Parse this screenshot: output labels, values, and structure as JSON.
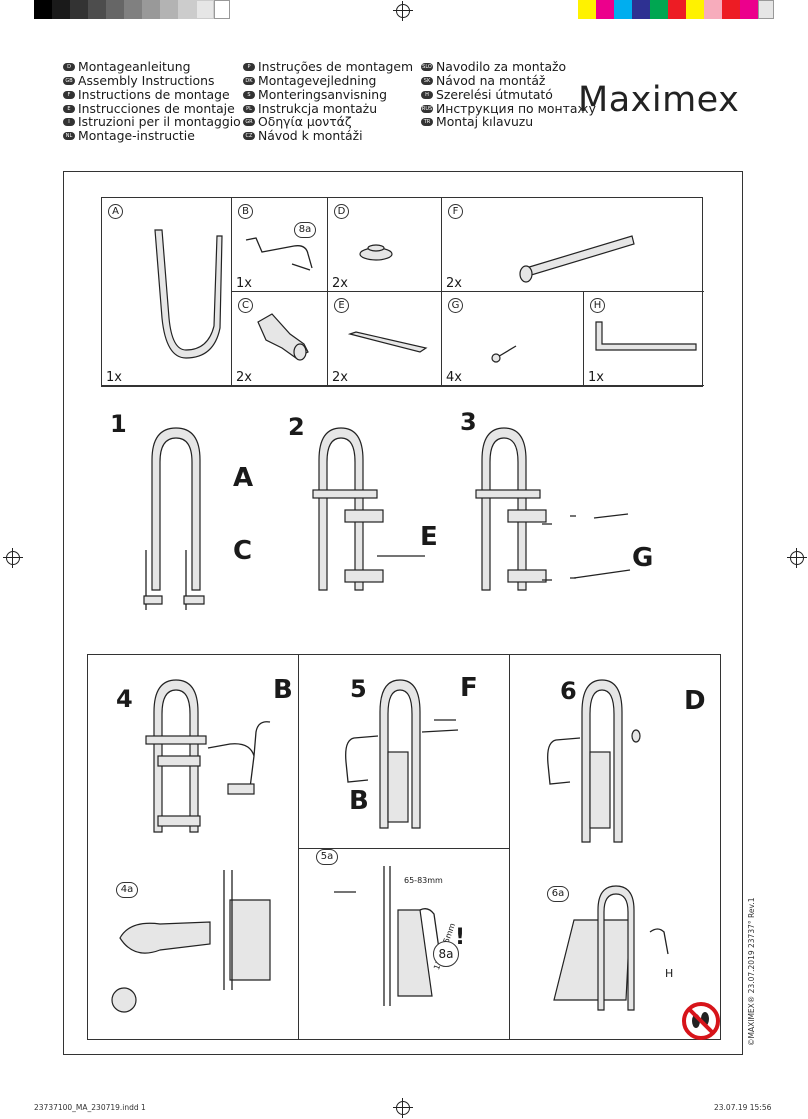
{
  "color_bar": {
    "grays": [
      "#000000",
      "#1a1a1a",
      "#333333",
      "#4d4d4d",
      "#666666",
      "#808080",
      "#999999",
      "#b3b3b3",
      "#cccccc",
      "#e6e6e6",
      "#ffffff"
    ],
    "colors": [
      "#fff200",
      "#ec008c",
      "#00aeef",
      "#2e3192",
      "#00a651",
      "#ed1c24",
      "#fff200",
      "#f7acbc",
      "#ed1c24",
      "#ec008c",
      "#e6e6e6",
      "#999999"
    ]
  },
  "languages": {
    "col1": [
      {
        "code": "D",
        "text": "Montageanleitung"
      },
      {
        "code": "GB",
        "text": "Assembly Instructions"
      },
      {
        "code": "F",
        "text": "Instructions de montage"
      },
      {
        "code": "E",
        "text": "Instrucciones de montaje"
      },
      {
        "code": "I",
        "text": "Istruzioni per il montaggio"
      },
      {
        "code": "NL",
        "text": "Montage-instructie"
      }
    ],
    "col2": [
      {
        "code": "P",
        "text": "Instruções de montagem"
      },
      {
        "code": "DK",
        "text": "Montagevejledning"
      },
      {
        "code": "S",
        "text": "Monteringsanvisning"
      },
      {
        "code": "PL",
        "text": "Instrukcja montażu"
      },
      {
        "code": "GR",
        "text": "Οδηγία μοντάζ"
      },
      {
        "code": "CZ",
        "text": "Návod k montáži"
      }
    ],
    "col3": [
      {
        "code": "SLO",
        "text": "Navodilo za montažo"
      },
      {
        "code": "SK",
        "text": "Návod na montáž"
      },
      {
        "code": "H",
        "text": "Szerelési útmutató"
      },
      {
        "code": "RUS",
        "text": "Инструкция по монтажу"
      },
      {
        "code": "TR",
        "text": "Montaj kılavuzu"
      }
    ]
  },
  "brand": "Maximex",
  "parts": {
    "A": {
      "label": "A",
      "qty": "1x"
    },
    "B": {
      "label": "B",
      "qty": "1x",
      "sub": "8a"
    },
    "C": {
      "label": "C",
      "qty": "2x"
    },
    "D": {
      "label": "D",
      "qty": "2x"
    },
    "E": {
      "label": "E",
      "qty": "2x"
    },
    "F": {
      "label": "F",
      "qty": "2x"
    },
    "G": {
      "label": "G",
      "qty": "4x"
    },
    "H": {
      "label": "H",
      "qty": "1x"
    }
  },
  "steps": {
    "s1": {
      "num": "1",
      "labels": [
        "A",
        "C"
      ]
    },
    "s2": {
      "num": "2",
      "labels": [
        "E"
      ]
    },
    "s3": {
      "num": "3",
      "labels": [
        "G"
      ]
    },
    "s4": {
      "num": "4",
      "labels": [
        "B"
      ],
      "sub": "4a"
    },
    "s5": {
      "num": "5",
      "labels": [
        "F",
        "B"
      ],
      "sub": "5a",
      "dim1": "65-83mm",
      "dim2": "115-135mm",
      "note": "8a",
      "warn": "!"
    },
    "s6": {
      "num": "6",
      "labels": [
        "D"
      ],
      "sub": "6a",
      "tool": "H"
    }
  },
  "footer": {
    "left": "23737100_MA_230719.indd   1",
    "right": "23.07.19   15:56",
    "side": "©MAXIMEX® 23.07.2019 23737° Rev.1"
  }
}
